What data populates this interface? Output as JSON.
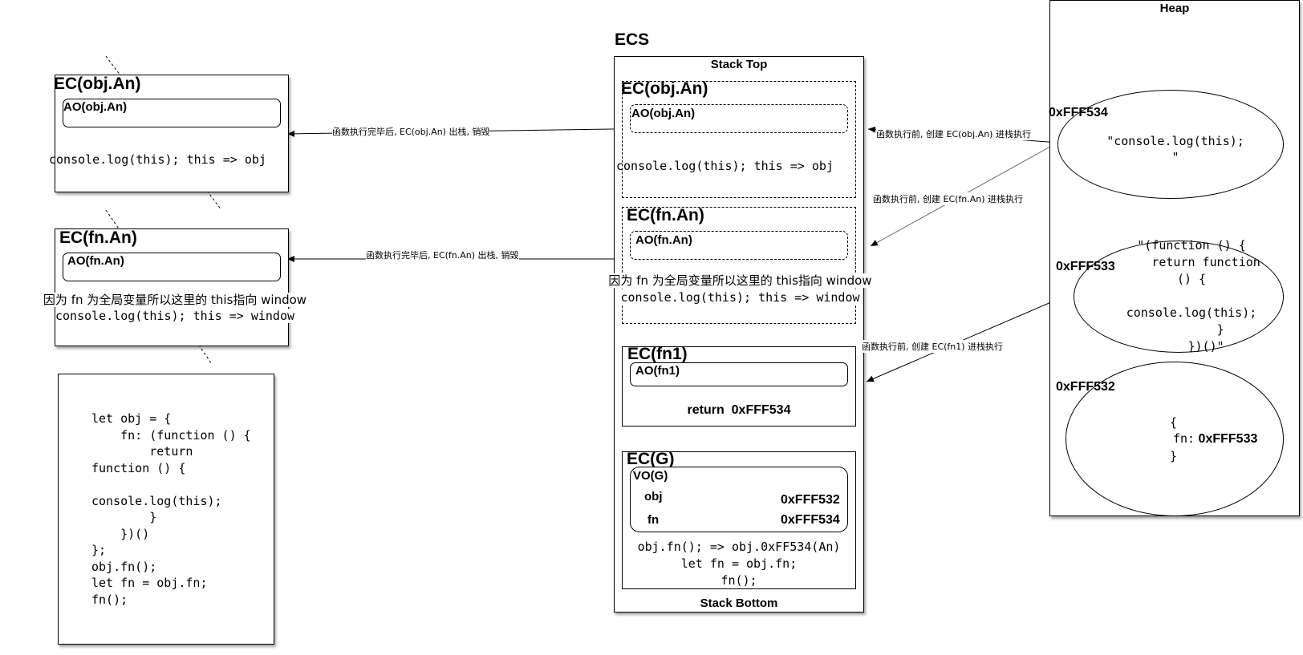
{
  "ecs": {
    "title": "ECS",
    "stack_top": "Stack Top",
    "stack_bottom": "Stack Bottom",
    "ec_obj": {
      "title": "EC(obj.An)",
      "ao": "AO(obj.An)",
      "code": "console.log(this); this => obj"
    },
    "ec_fn": {
      "title": "EC(fn.An)",
      "ao": "AO(fn.An)",
      "note": "因为 fn 为全局变量所以这里的 this指向 window",
      "code": "console.log(this); this => window"
    },
    "ec_fn1": {
      "title": "EC(fn1)",
      "ao": "AO(fn1)",
      "ret": "return  0xFFF534"
    },
    "ec_g": {
      "title": "EC(G)",
      "vo": "VO(G)",
      "vars": [
        {
          "name": "obj",
          "value": "0xFFF532"
        },
        {
          "name": "fn",
          "value": "0xFFF534"
        }
      ],
      "lines": [
        "obj.fn(); => obj.0xFF534(An)",
        "let fn = obj.fn;",
        "fn();"
      ]
    }
  },
  "left": {
    "ec_obj": {
      "title": "EC(obj.An)",
      "ao": "AO(obj.An)",
      "code": "console.log(this); this => obj"
    },
    "ec_fn": {
      "title": "EC(fn.An)",
      "ao": "AO(fn.An)",
      "note": "因为 fn 为全局变量所以这里的 this指向 window",
      "code": "console.log(this); this => window"
    },
    "source_code": "let obj = {\n    fn: (function () {\n        return\nfunction () {\n\nconsole.log(this);\n        }\n    })()\n};\nobj.fn();\nlet fn = obj.fn;\nfn();"
  },
  "heap": {
    "title": "Heap",
    "items": [
      {
        "addr": "0xFFF534",
        "content": "\"console.log(this);\n\""
      },
      {
        "addr": "0xFFF533",
        "content": "\"(function () {\n    return function\n() {\n\nconsole.log(this);\n        }\n    })()\""
      },
      {
        "addr": "0xFFF532",
        "content_open": "{",
        "content_key": "fn:",
        "content_val": "0xFFF533",
        "content_close": "}"
      }
    ]
  },
  "arrows": {
    "pop_obj": "函数执行完毕后, EC(obj.An) 出栈, 销毁",
    "pop_fn": "函数执行完毕后, EC(fn.An) 出栈, 销毁",
    "push_obj": "函数执行前, 创建 EC(obj.An) 进栈执行",
    "push_fn": "函数执行前, 创建 EC(fn.An) 进栈执行",
    "push_fn1": "函数执行前, 创建 EC(fn1) 进栈执行"
  }
}
